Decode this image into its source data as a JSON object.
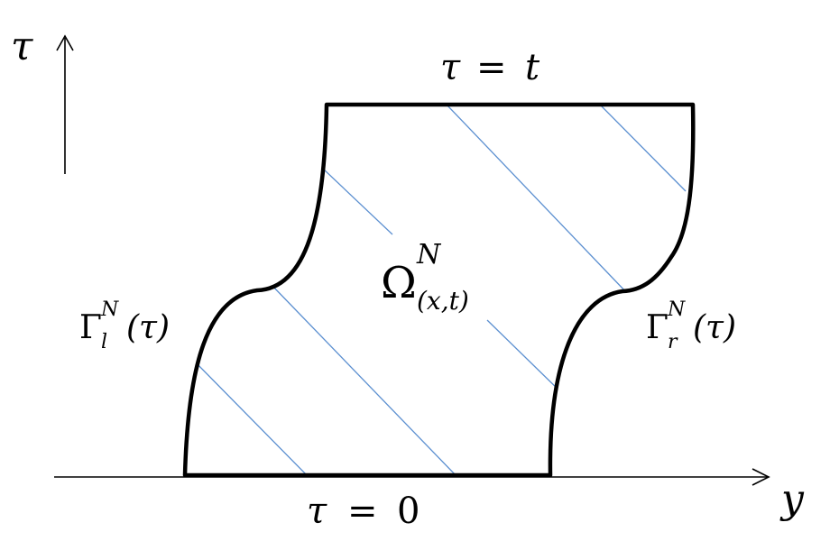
{
  "axes": {
    "vertical_symbol": "τ",
    "horizontal_symbol": "y"
  },
  "labels": {
    "top_boundary": {
      "lhs": "τ",
      "eq": "=",
      "rhs": "t"
    },
    "bottom_boundary": {
      "lhs": "τ",
      "eq": "=",
      "rhs": "0"
    },
    "region": {
      "base": "Ω",
      "sup": "N",
      "sub": "(x,t)"
    },
    "left_boundary": {
      "base": "Γ",
      "sup": "N",
      "sub": "l",
      "arg": "(τ)"
    },
    "right_boundary": {
      "base": "Γ",
      "sup": "N",
      "sub": "r",
      "arg": "(τ)"
    }
  },
  "colors": {
    "outline": "#000000",
    "hatch": "#5b8fd0"
  }
}
